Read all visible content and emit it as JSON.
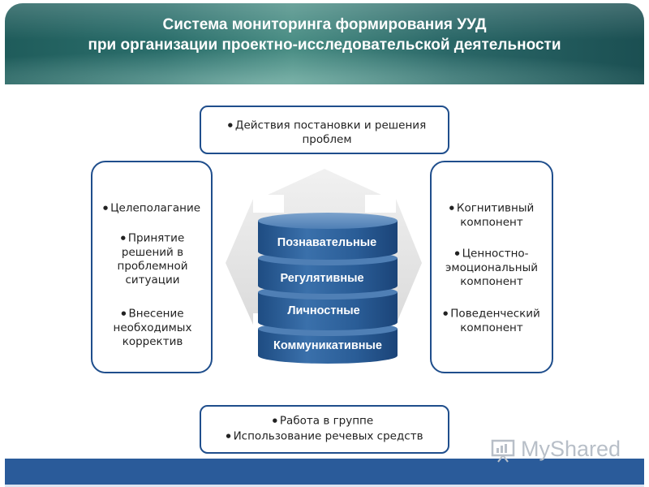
{
  "header": {
    "title_line1": "Система мониторинга формирования УУД",
    "title_line2": "при организации проектно-исследовательской деятельности"
  },
  "top_box": {
    "items": [
      "Действия постановки и решения проблем"
    ]
  },
  "left_box": {
    "items": [
      "Целеполагание",
      "Принятие решений в проблемной ситуации",
      "Внесение необходимых корректив"
    ]
  },
  "right_box": {
    "items": [
      "Когнитивный компонент",
      "Ценностно-эмоциональный компонент",
      "Поведенческий компонент"
    ]
  },
  "bottom_box": {
    "items": [
      "Работа в группе",
      "Использование речевых средств"
    ]
  },
  "cylinder": {
    "layers": [
      "Познавательные",
      "Регулятивные",
      "Личностные",
      "Коммуникативные"
    ]
  },
  "colors": {
    "border": "#1f4e8c",
    "cylinder": "#2a5d97",
    "footer": "#2a5b9a",
    "header": "#2c6f6c"
  },
  "logo": {
    "text": "MyShared"
  }
}
